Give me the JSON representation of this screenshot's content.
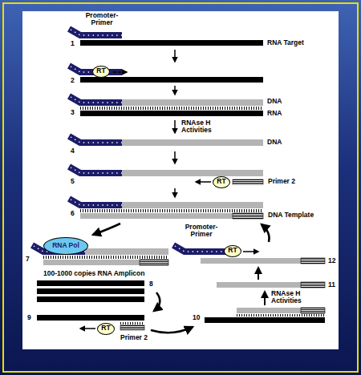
{
  "diagram": {
    "nodes": [
      {
        "text": [
          "RT"
        ]
      },
      {
        "text": [
          "RT"
        ]
      },
      {
        "text": [
          "RNA Pol"
        ]
      },
      {
        "text": [
          "RT"
        ]
      },
      {
        "text": [
          "RT"
        ]
      }
    ],
    "labels": [
      "Promoter-Primer",
      "1",
      "RNA Target",
      "2",
      "3",
      "DNA",
      "RNA",
      "RNAse H Activities",
      "4",
      "DNA",
      "5",
      "Primer 2",
      "6",
      "DNA Template",
      "7",
      "100-1000 copies RNA Amplicon",
      "8",
      "9",
      "Primer 2",
      "10",
      "RNAse H Activities",
      "11",
      "Promoter-Primer",
      "12"
    ]
  }
}
